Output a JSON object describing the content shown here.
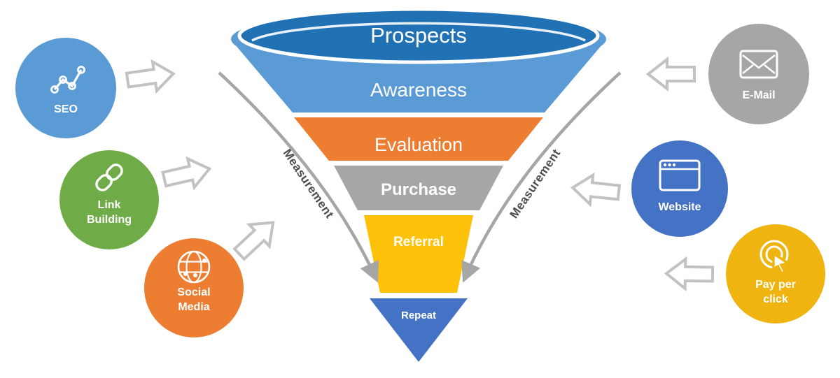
{
  "funnel": {
    "stages": [
      {
        "label": "Prospects",
        "color": "#2171B5"
      },
      {
        "label": "Awareness",
        "color": "#5B9BD5"
      },
      {
        "label": "Evaluation",
        "color": "#ED7D31"
      },
      {
        "label": "Purchase",
        "color": "#A6A6A6"
      },
      {
        "label": "Referral",
        "color": "#FEC10A"
      },
      {
        "label": "Repeat",
        "color": "#4472C4"
      }
    ]
  },
  "channels": {
    "left": [
      {
        "id": "seo",
        "lines": [
          "SEO"
        ],
        "color": "#5B9BD5",
        "icon": "seo-nodes-icon"
      },
      {
        "id": "link-building",
        "lines": [
          "Link",
          "Building"
        ],
        "color": "#6FAC47",
        "icon": "chain-link-icon"
      },
      {
        "id": "social-media",
        "lines": [
          "Social",
          "Media"
        ],
        "color": "#ED7D31",
        "icon": "globe-icon"
      }
    ],
    "right": [
      {
        "id": "email",
        "lines": [
          "E-Mail"
        ],
        "color": "#A6A6A6",
        "icon": "envelope-icon"
      },
      {
        "id": "website",
        "lines": [
          "Website"
        ],
        "color": "#4472C4",
        "icon": "browser-window-icon"
      },
      {
        "id": "pay-per-click",
        "lines": [
          "Pay per",
          "click"
        ],
        "color": "#F0B411",
        "icon": "click-cursor-icon"
      }
    ]
  },
  "measurement": {
    "left_label": "Measurement",
    "right_label": "Measurement",
    "line_color": "#A6A6A6",
    "text_color": "#4D4D4D"
  },
  "arrow_style": {
    "stroke": "#C2C2C2",
    "fill": "#FFFFFF"
  }
}
